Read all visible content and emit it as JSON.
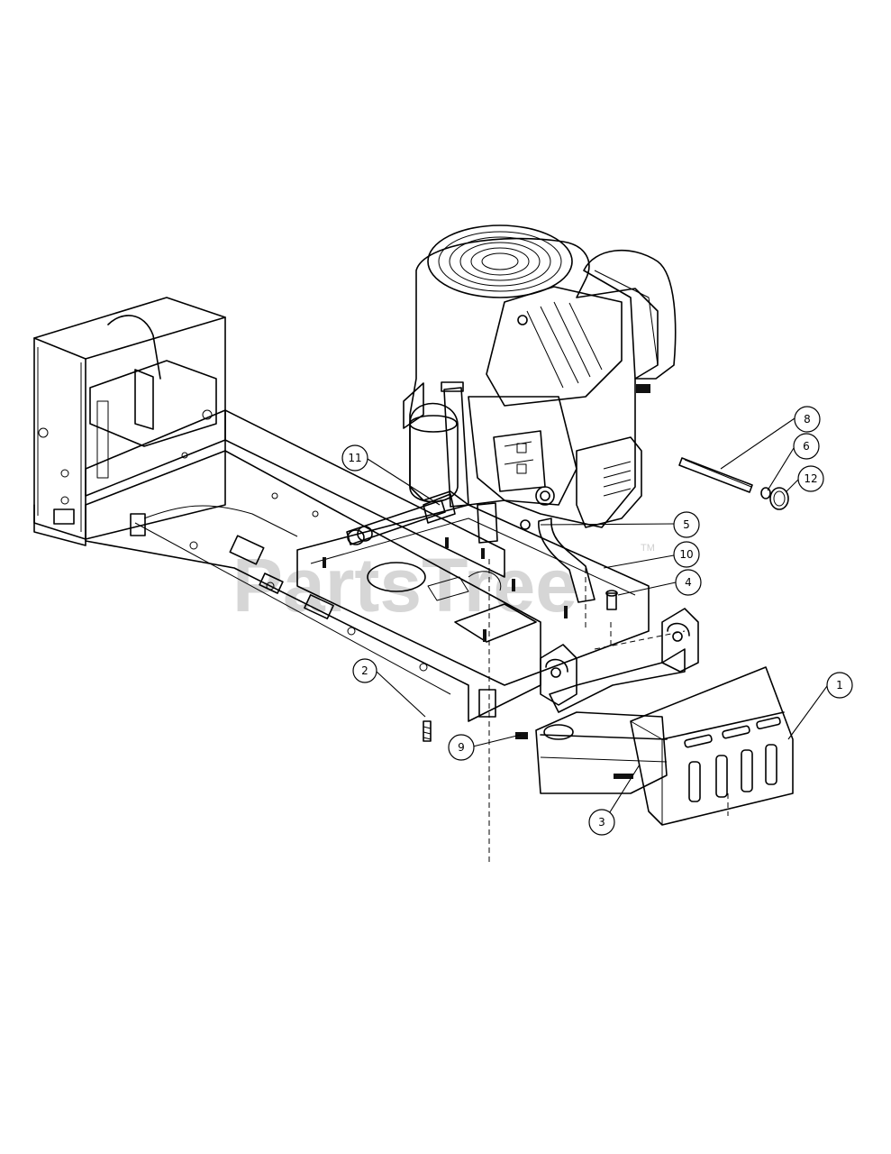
{
  "watermark": {
    "text": "PartsTree",
    "trademark": "TM"
  },
  "callouts": [
    {
      "id": "c1",
      "label": "1"
    },
    {
      "id": "c2",
      "label": "2"
    },
    {
      "id": "c3",
      "label": "3"
    },
    {
      "id": "c4",
      "label": "4"
    },
    {
      "id": "c5",
      "label": "5"
    },
    {
      "id": "c6",
      "label": "6"
    },
    {
      "id": "c8",
      "label": "8"
    },
    {
      "id": "c9",
      "label": "9"
    },
    {
      "id": "c10",
      "label": "10"
    },
    {
      "id": "c11",
      "label": "11"
    },
    {
      "id": "c12",
      "label": "12"
    }
  ]
}
